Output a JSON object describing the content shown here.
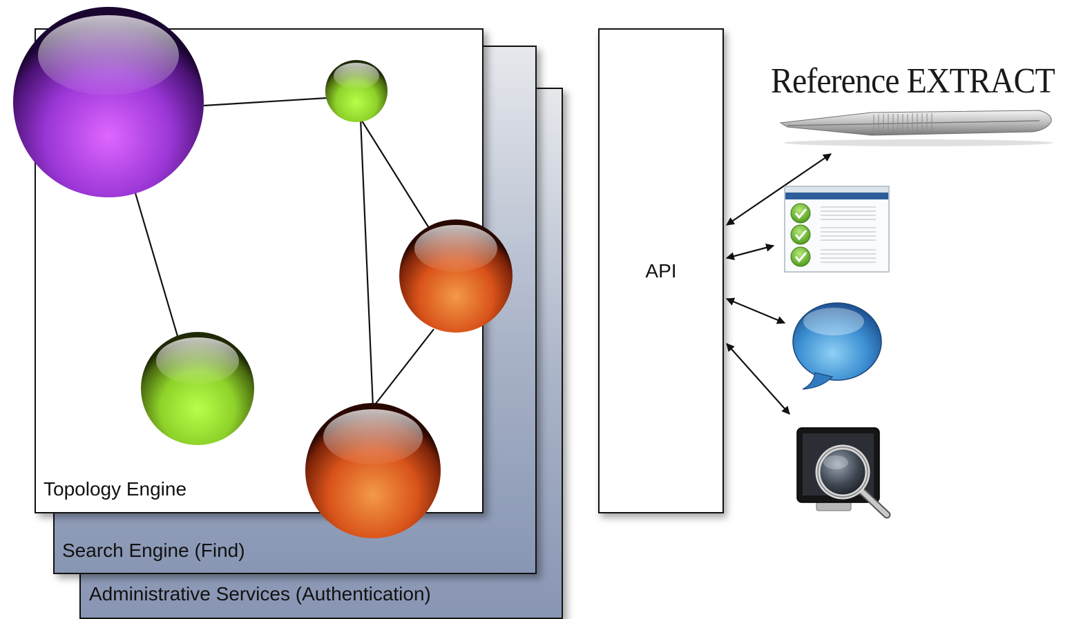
{
  "layers": {
    "administrative": "Administrative Services (Authentication)",
    "search": "Search Engine (Find)",
    "topology": "Topology Engine"
  },
  "api": {
    "label": "API"
  },
  "clients": {
    "reference_extract": {
      "title": "Reference EXTRACT",
      "icon": "tweezers-icon"
    },
    "checklist": {
      "icon": "checklist-window-icon"
    },
    "chat": {
      "icon": "speech-bubble-icon"
    },
    "search": {
      "icon": "monitor-magnifier-icon"
    }
  },
  "colors": {
    "purple_node": "#b64ae8",
    "green_node": "#9ee03a",
    "orange_node": "#e0621f",
    "layer_gradient_bottom": "#8895b3"
  }
}
